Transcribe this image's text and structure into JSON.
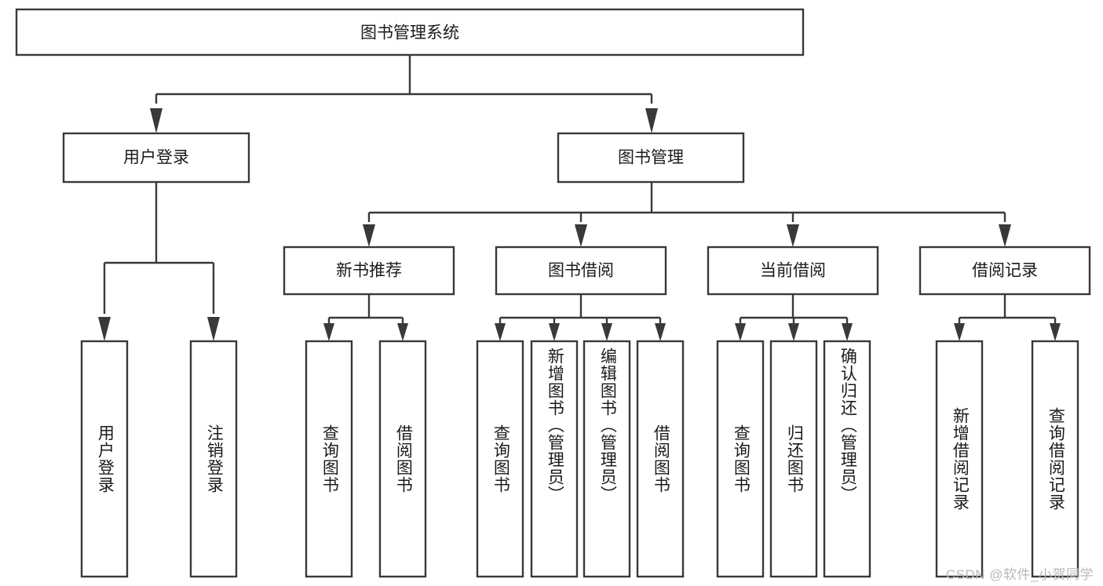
{
  "diagram": {
    "type": "tree-hierarchy",
    "title": "图书管理系统",
    "root": {
      "id": "root",
      "label": "图书管理系统"
    },
    "level2": [
      {
        "id": "user-login",
        "label": "用户登录"
      },
      {
        "id": "book-management",
        "label": "图书管理"
      }
    ],
    "level3": [
      {
        "id": "new-book-recommend",
        "label": "新书推荐",
        "parent": "book-management"
      },
      {
        "id": "book-borrow",
        "label": "图书借阅",
        "parent": "book-management"
      },
      {
        "id": "current-borrow",
        "label": "当前借阅",
        "parent": "book-management"
      },
      {
        "id": "borrow-record",
        "label": "借阅记录",
        "parent": "book-management"
      }
    ],
    "leaves": {
      "user_login": [
        {
          "id": "leaf-user-login",
          "label": "用户登录"
        },
        {
          "id": "leaf-logout-login",
          "label": "注销登录"
        }
      ],
      "new_book_recommend": [
        {
          "id": "leaf-query-book-1",
          "label": "查询图书"
        },
        {
          "id": "leaf-borrow-book-1",
          "label": "借阅图书"
        }
      ],
      "book_borrow": [
        {
          "id": "leaf-query-book-2",
          "label": "查询图书"
        },
        {
          "id": "leaf-add-book",
          "label": "新增图书（管理员）"
        },
        {
          "id": "leaf-edit-book",
          "label": "编辑图书（管理员）"
        },
        {
          "id": "leaf-borrow-book-2",
          "label": "借阅图书"
        }
      ],
      "current_borrow": [
        {
          "id": "leaf-query-book-3",
          "label": "查询图书"
        },
        {
          "id": "leaf-return-book",
          "label": "归还图书"
        },
        {
          "id": "leaf-confirm-return",
          "label": "确认归还（管理员）"
        }
      ],
      "borrow_record": [
        {
          "id": "leaf-add-borrow-record",
          "label": "新增借阅记录"
        },
        {
          "id": "leaf-query-borrow-record",
          "label": "查询借阅记录"
        }
      ]
    },
    "watermark": "CSDN @软件_小贺同学",
    "colors": {
      "box_stroke": "#393939",
      "box_fill": "#ffffff",
      "text": "#1b1b1b",
      "watermark": "#b9b9b9",
      "background": "#ffffff"
    }
  }
}
